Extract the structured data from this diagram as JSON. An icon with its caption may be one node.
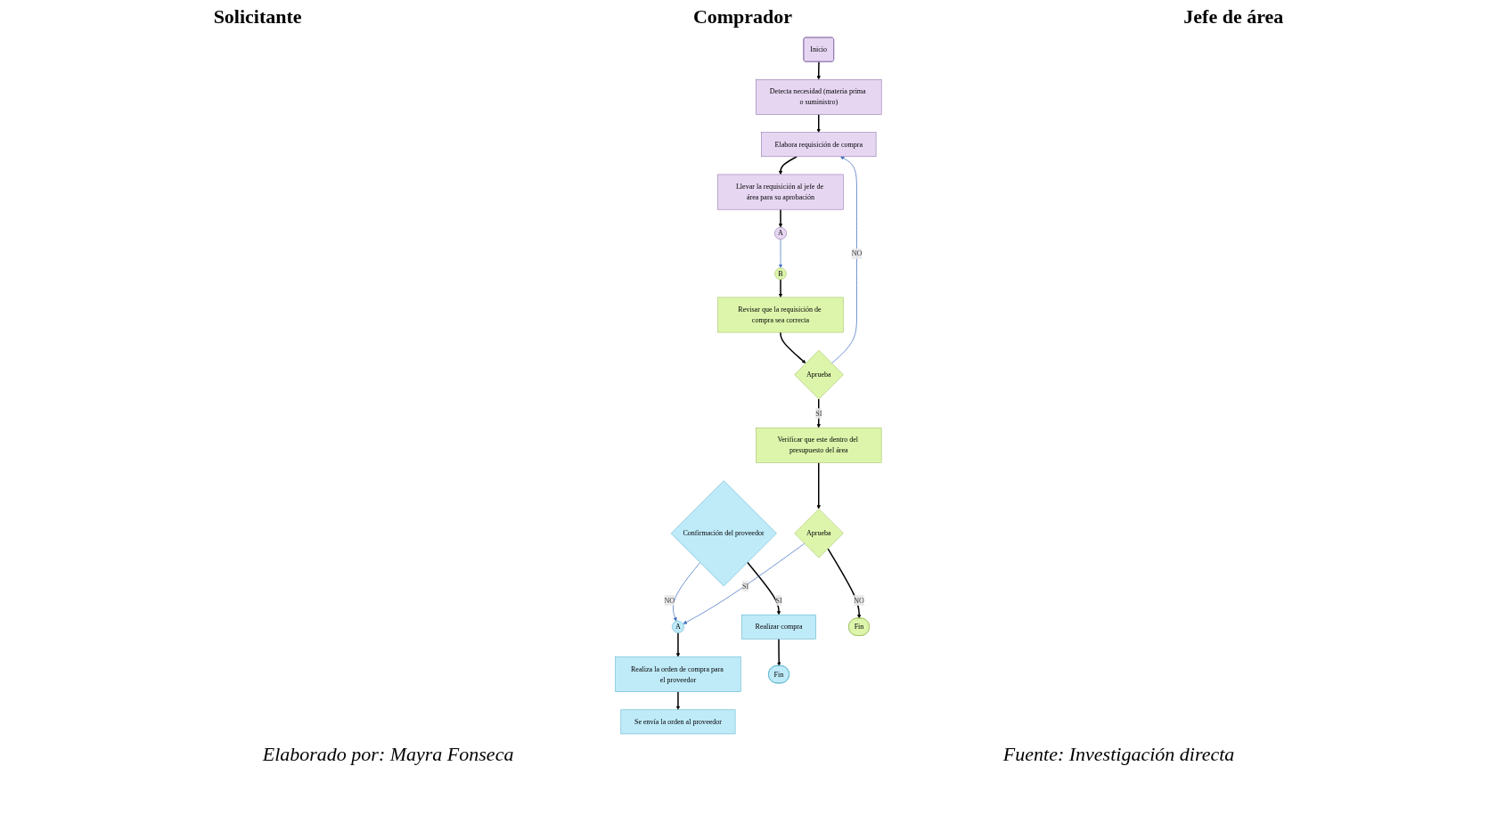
{
  "diagram": {
    "nodes": [
      {
        "text": [
          "Inicio"
        ]
      },
      {
        "text": [
          "Detecta necesidad (materia prima o suministro)"
        ]
      },
      {
        "text": [
          "Elabora requisición de compra"
        ]
      },
      {
        "text": [
          "Llevar la requisición al jefe de área para su aprobación"
        ]
      },
      {
        "text": [
          "A"
        ]
      },
      {
        "text": [
          "A"
        ]
      },
      {
        "text": [
          "Realiza la orden de compra para el proveedor"
        ]
      },
      {
        "text": [
          "Se envía la orden al proveedor"
        ]
      },
      {
        "text": [
          "Confirmación del proveedor"
        ]
      },
      {
        "text": [
          "Realizar compra"
        ]
      },
      {
        "text": [
          "Fin"
        ]
      },
      {
        "text": [
          "B"
        ]
      },
      {
        "text": [
          "Revisar que la requisición de compra sea correcta"
        ]
      },
      {
        "text": [
          "Aprueba"
        ]
      },
      {
        "text": [
          "Verificar que este dentro del presupuesto del área"
        ]
      },
      {
        "text": [
          "Aprueba"
        ]
      },
      {
        "text": [
          "Fin"
        ]
      }
    ],
    "edges": [
      {
        "from": 0,
        "to": 1,
        "arrow": "to"
      },
      {
        "from": 1,
        "to": 2,
        "arrow": "to"
      },
      {
        "from": 2,
        "to": 3,
        "arrow": "to"
      },
      {
        "from": 3,
        "to": 4,
        "arrow": "to"
      },
      {
        "from": 5,
        "to": 6,
        "arrow": "to"
      },
      {
        "from": 6,
        "to": 7,
        "arrow": "to"
      },
      {
        "from": 8,
        "to": 9,
        "label": "SI",
        "arrow": "to"
      },
      {
        "from": 8,
        "to": 5,
        "label": "NO",
        "arrow": "to",
        "color": "#4472c4"
      },
      {
        "from": 9,
        "to": 10,
        "arrow": "to"
      },
      {
        "from": 4,
        "to": 11,
        "arrow": "to",
        "color": "#4472c4"
      },
      {
        "from": 11,
        "to": 12,
        "arrow": "to"
      },
      {
        "from": 12,
        "to": 13,
        "arrow": "to"
      },
      {
        "from": 13,
        "to": 14,
        "label": "SI",
        "arrow": "to"
      },
      {
        "from": 13,
        "to": 2,
        "label": "NO",
        "arrow": "to",
        "color": "#4472c4"
      },
      {
        "from": 14,
        "to": 15,
        "arrow": "to"
      },
      {
        "from": 15,
        "to": 16,
        "label": "NO",
        "arrow": "to"
      },
      {
        "from": 15,
        "to": 5,
        "label": "SI",
        "arrow": "to",
        "color": "#4472c4"
      }
    ],
    "labels": [
      "Solicitante",
      "Comprador",
      "Jefe de área",
      "Elaborado por: Mayra Fonseca",
      "Fuente: Investigación directa"
    ]
  }
}
